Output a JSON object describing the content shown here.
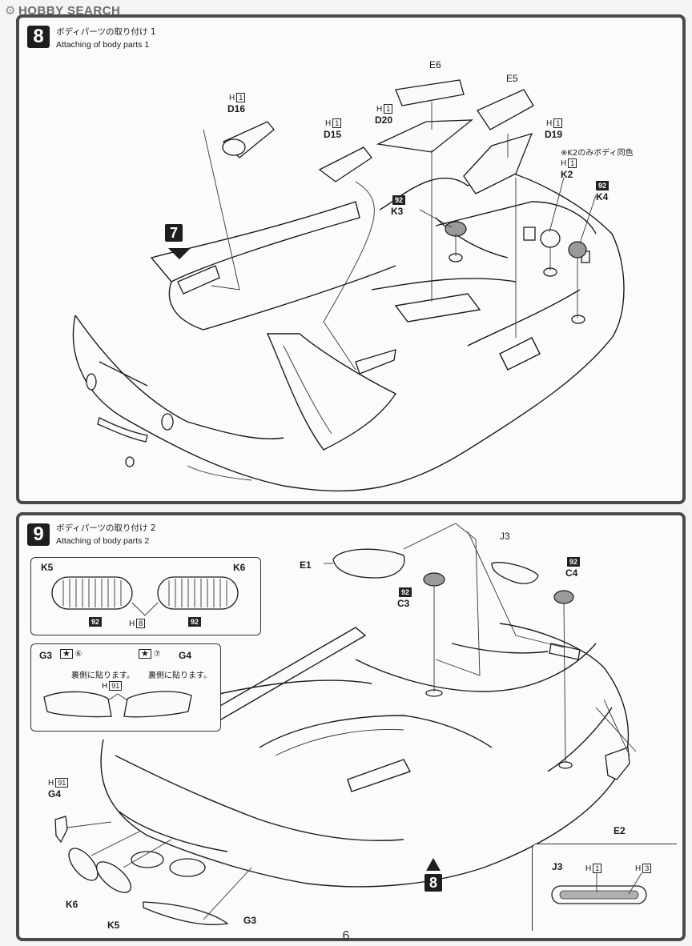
{
  "watermark": "HOBBY SEARCH",
  "step8": {
    "number": "8",
    "title_jp": "ボディパーツの取り付け 1",
    "title_en": "Attaching of body parts 1",
    "labels": {
      "e6": "E6",
      "e5": "E5",
      "d16": "D16",
      "d20": "D20",
      "d15": "D15",
      "d19": "D19",
      "k2": "K2",
      "k3": "K3",
      "k4": "K4",
      "h": "H",
      "one": "1",
      "c92": "92"
    },
    "note": "※K2のみボディ同色",
    "marker": "7"
  },
  "step9": {
    "number": "9",
    "title_jp": "ボディパーツの取り付け 2",
    "title_en": "Attaching of body parts 2",
    "inset_grille": {
      "k5": "K5",
      "k6": "K6",
      "c92": "92",
      "h": "H",
      "h8": "8"
    },
    "inset_decal": {
      "g3": "G3",
      "g4": "G4",
      "n6": "⑥",
      "n7": "⑦",
      "star": "★",
      "note": "裏側に貼ります。",
      "h": "H",
      "h91": "91"
    },
    "labels": {
      "e1": "E1",
      "j3": "J3",
      "c3": "C3",
      "c4": "C4",
      "c92": "92",
      "e2": "E2",
      "g4": "G4",
      "k6": "K6",
      "k5": "K5",
      "g3": "G3",
      "h": "H",
      "h91": "91"
    },
    "inset_j3": {
      "j3": "J3",
      "h": "H",
      "one": "1",
      "three": "3"
    },
    "marker": "8"
  },
  "page_number": "6"
}
